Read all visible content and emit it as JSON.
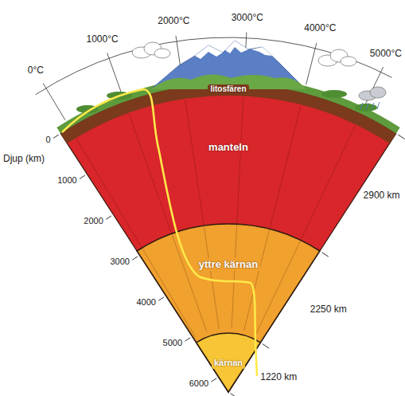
{
  "diagram": {
    "nodes": [
      {
        "text": [
          "litosfären"
        ]
      },
      {
        "text": [
          "manteln"
        ]
      },
      {
        "text": [
          "yttre kärnan"
        ]
      },
      {
        "text": [
          "kärnan"
        ]
      }
    ],
    "labels": [
      "0°C",
      "1000°C",
      "2000°C",
      "3000°C",
      "4000°C",
      "5000°C",
      "Djup (km)",
      "0",
      "1000",
      "2000",
      "3000",
      "4000",
      "5000",
      "6000",
      "2900 km",
      "2250 km",
      "1220 km"
    ]
  }
}
